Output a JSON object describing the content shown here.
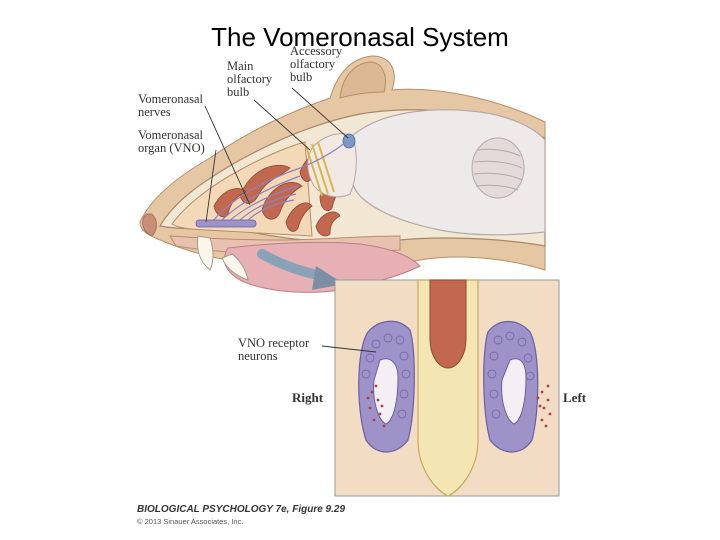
{
  "slide": {
    "title": "The Vomeronasal System"
  },
  "labels": {
    "accessory_olfactory_bulb": "Accessory\nolfactory\nbulb",
    "main_olfactory_bulb": "Main\nolfactory\nbulb",
    "vomeronasal_nerves": "Vomeronasal\nnerves",
    "vno": "Vomeronasal\norgan (VNO)",
    "vno_receptor_neurons": "VNO receptor\nneurons",
    "right": "Right",
    "left": "Left"
  },
  "figure_credit": {
    "caption": "BIOLOGICAL PSYCHOLOGY 7e, Figure 9.29",
    "copyright": "© 2013 Sinauer Associates, Inc."
  },
  "colors": {
    "skin": "#e6c7a4",
    "skull": "#f1e7d3",
    "tissue": "#c2684f",
    "brain": "#efeaea",
    "bulb": "#7d98c4",
    "receptor": "#9e93c9",
    "outline": "#8a5a3c"
  }
}
